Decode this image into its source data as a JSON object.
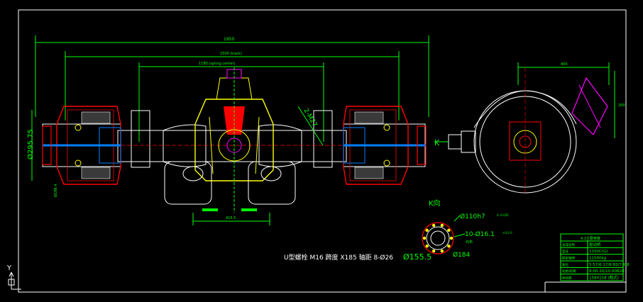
{
  "drawing": {
    "dims": {
      "overall": "1950",
      "mid": "1500 (track)",
      "inner": "1180 (spring center)",
      "housing": "415.5",
      "flange": "400",
      "flange_h": "200"
    },
    "labels": {
      "left_diameter": "Ø295.75",
      "left_small": "Ø188.4",
      "tilt": "2-M27",
      "view_mark": "K",
      "view_title": "K向"
    },
    "flange_view": {
      "d1": "Ø110h7",
      "d1_tol": "0\n-0.035",
      "d2": "10-Ø16.1",
      "d2_tol": "+0.2\n0",
      "note1": "均布",
      "d3": "Ø155.5",
      "d4": "Ø184"
    },
    "bottom_note": "U型螺栓 M16 跨度 X185 轴距 8-Ø26",
    "ucs_y": "Y"
  },
  "title_block": {
    "heading": "4.3主要参数",
    "rows": [
      {
        "k": "总成名称",
        "v": "驱动桥"
      },
      {
        "k": "型号",
        "v": "1150C(G)"
      },
      {
        "k": "额定轴荷",
        "v": "11500kg"
      },
      {
        "k": "速比",
        "v": "5.57/6.17/6.83/7.4/8"
      },
      {
        "k": "轮胎/轮辋",
        "v": "8.00-20/10.00R20"
      },
      {
        "k": "制动器",
        "v": "158X158 (鼓式)"
      }
    ]
  },
  "colors": {
    "dim": "#00ff00",
    "frame": "#ffffff",
    "axle": "#ffffff",
    "hub": "#ff0000",
    "diff": "#ffff00",
    "brake": "#ff00ff",
    "shaft": "#0080ff",
    "center": "#ff0000"
  }
}
